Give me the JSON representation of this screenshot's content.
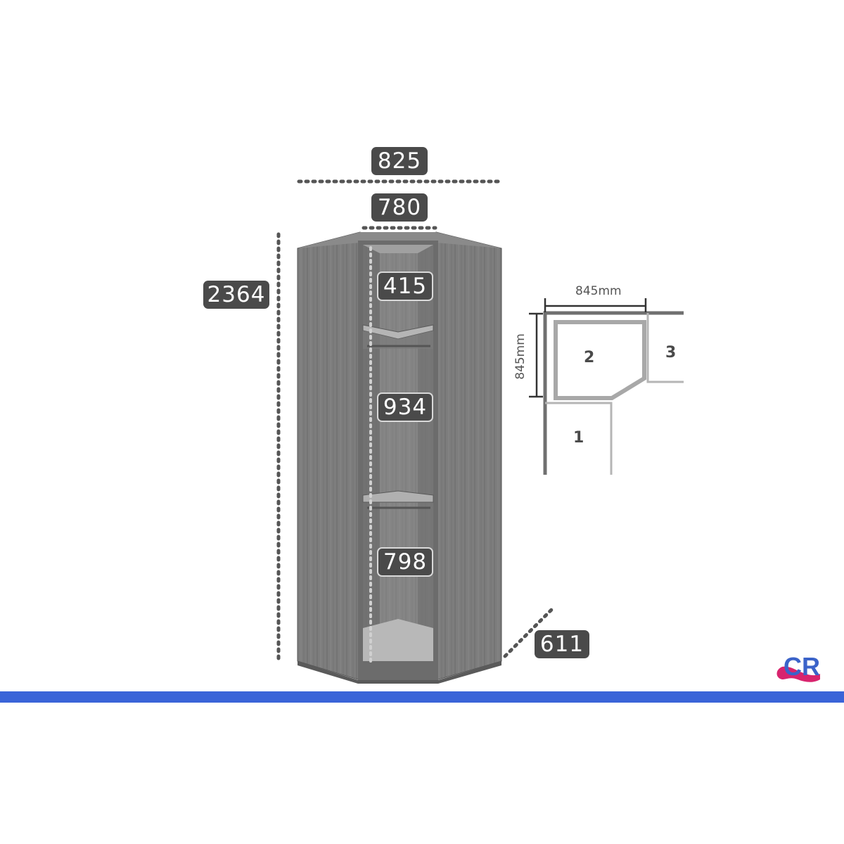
{
  "dimensions": {
    "total_width": "825",
    "inner_width": "780",
    "height": "2364",
    "depth": "611",
    "top_compartment": "415",
    "middle_compartment": "934",
    "bottom_compartment": "798"
  },
  "floor_plan": {
    "width_label": "845mm",
    "depth_label": "845mm",
    "zones": [
      "1",
      "2",
      "3"
    ]
  },
  "brand": {
    "logo_text": "CR"
  },
  "colors": {
    "badge": "#4a4a4a",
    "wood": "#7a7a7a",
    "footer_bar": "#3a64d8",
    "logo_blue": "#3b63c9",
    "logo_pink": "#d8246e"
  }
}
